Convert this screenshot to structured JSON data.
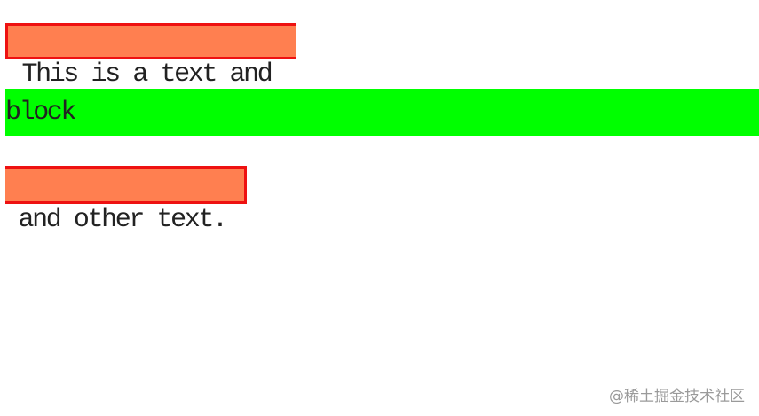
{
  "inline_text": {
    "line1": "This is a text and",
    "line3": "and other text."
  },
  "block_text": "block",
  "watermark": "@稀土掘金技术社区",
  "colors": {
    "inline_background": "#ff7f50",
    "inline_border": "#ee1111",
    "block_background": "#00ff00",
    "text": "#222222",
    "watermark": "#9a9a9a"
  }
}
